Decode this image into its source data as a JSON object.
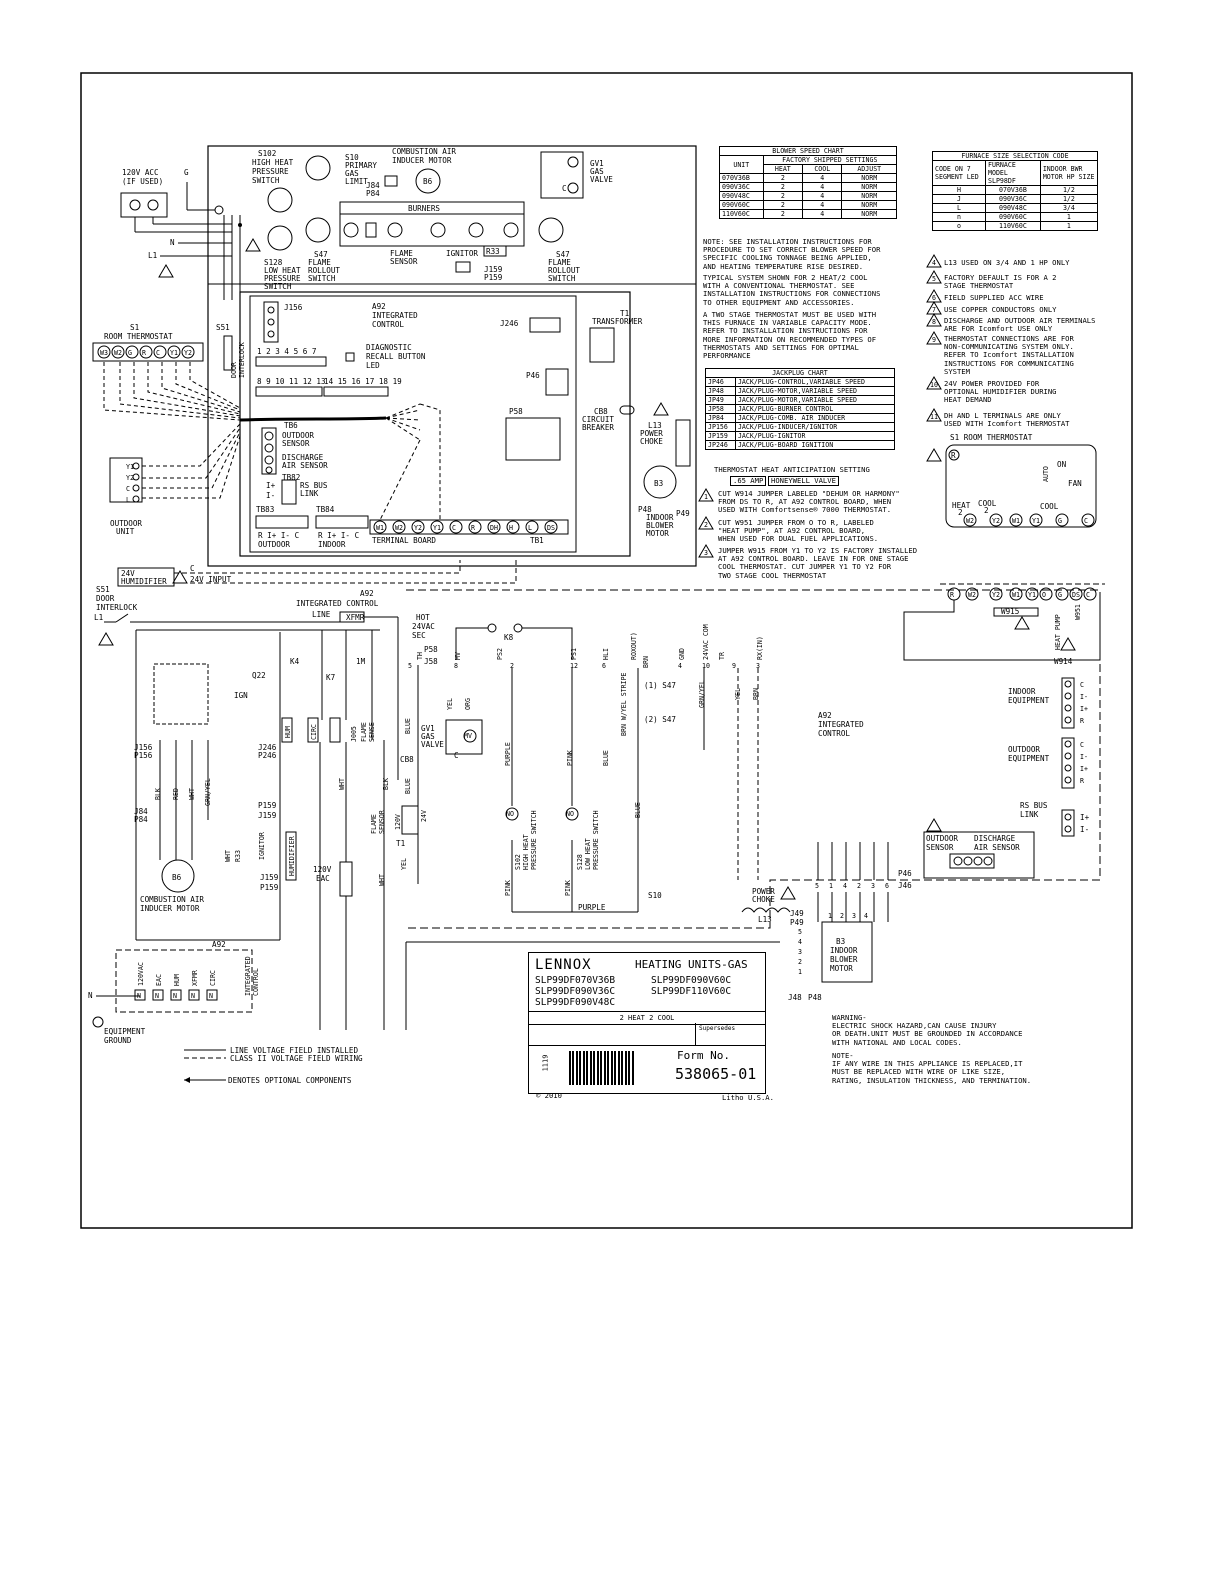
{
  "components": {
    "acc": [
      "120V ACC",
      "(IF USED)"
    ],
    "g": "G",
    "n": "N",
    "l1": "L1",
    "s102": [
      "S102",
      "HIGH HEAT",
      "PRESSURE",
      "SWITCH"
    ],
    "s10": [
      "S10",
      "PRIMARY",
      "GAS",
      "LIMIT"
    ],
    "inducer": [
      "COMBUSTION AIR",
      "INDUCER MOTOR"
    ],
    "j84p84": [
      "J84",
      "P84"
    ],
    "b6": "B6",
    "gv1": [
      "GV1",
      "GAS",
      "VALVE"
    ],
    "c": "C",
    "burners": "BURNERS",
    "s128": [
      "S128",
      "LOW HEAT",
      "PRESSURE",
      "SWITCH"
    ],
    "s47a": [
      "S47",
      "FLAME",
      "ROLLOUT",
      "SWITCH"
    ],
    "flame_sensor": [
      "FLAME",
      "SENSOR"
    ],
    "ignitor": "IGNITOR",
    "r33": "R33",
    "j159": [
      "J159",
      "P159"
    ],
    "s47b": [
      "S47",
      "FLAME",
      "ROLLOUT",
      "SWITCH"
    ],
    "j156": "J156",
    "a92": [
      "A92",
      "INTEGRATED",
      "CONTROL"
    ],
    "j246": "J246",
    "t1": [
      "T1",
      "TRANSFORMER"
    ],
    "s51": "S51",
    "door_interlock": [
      "DOOR",
      "INTERLOCK"
    ],
    "numbers_a": "1 2 3 4 5 6 7",
    "numbers_b": "8 9 10 11 12 13",
    "numbers_c": "14 15 16 17 18 19",
    "diag_led": [
      "DIAGNOSTIC",
      "RECALL BUTTON",
      "LED"
    ],
    "p46": "P46",
    "p58": "P58",
    "cb8": [
      "CB8",
      "CIRCUIT",
      "BREAKER"
    ],
    "l13": [
      "L13",
      "POWER",
      "CHOKE"
    ],
    "tb6": "TB6",
    "outdoor_sensor": [
      "OUTDOOR",
      "SENSOR"
    ],
    "discharge_sensor": [
      "DISCHARGE",
      "AIR SENSOR"
    ],
    "tb82": [
      "TB82",
      "RS BUS",
      "LINK"
    ],
    "tb83": "TB83",
    "tb84": "TB84",
    "tb83_labels": "R I+ I- C",
    "tb83_outdoor": "OUTDOOR",
    "tb84_indoor": "INDOOR",
    "terminal_board": "TERMINAL BOARD",
    "tb1": "TB1",
    "b3": "B3",
    "p48": [
      "P48",
      "INDOOR",
      "BLOWER",
      "MOTOR"
    ],
    "p49": "P49",
    "room_thermostat": [
      "S1",
      "ROOM THERMOSTAT"
    ],
    "outdoor_unit": [
      "OUTDOOR",
      "UNIT"
    ],
    "humidifier": [
      "24V",
      "HUMIDIFIER"
    ],
    "input_24v": "24V INPUT",
    "terminals_left": [
      "W3",
      "W2",
      "G",
      "R",
      "C",
      "Y1",
      "Y2"
    ],
    "terminals_tb1": [
      "W1",
      "W2",
      "Y2",
      "Y1",
      "C",
      "R",
      "DH",
      "H",
      "L",
      "DS"
    ],
    "outdoor_terms": [
      "Y1",
      "Y2",
      "C",
      "L"
    ],
    "tb82_terms": [
      "I+",
      "I-"
    ]
  },
  "blower_chart": {
    "title": "BLOWER SPEED CHART",
    "subtitle": "FACTORY SHIPPED SETTINGS",
    "headers": [
      "UNIT",
      "HEAT",
      "COOL",
      "ADJUST"
    ],
    "rows": [
      [
        "070V36B",
        "2",
        "4",
        "NORM"
      ],
      [
        "090V36C",
        "2",
        "4",
        "NORM"
      ],
      [
        "090V48C",
        "2",
        "4",
        "NORM"
      ],
      [
        "090V60C",
        "2",
        "4",
        "NORM"
      ],
      [
        "110V60C",
        "2",
        "4",
        "NORM"
      ]
    ]
  },
  "furnace_chart": {
    "title": "FURNACE SIZE SELECTION CODE",
    "headers": [
      "CODE ON 7 SEGMENT LED",
      "FURNACE MODEL SLP98DF",
      "INDOOR BWR MOTOR HP SIZE"
    ],
    "rows": [
      [
        "H",
        "070V36B",
        "1/2"
      ],
      [
        "J",
        "090V36C",
        "1/2"
      ],
      [
        "L",
        "090V48C",
        "3/4"
      ],
      [
        "n",
        "090V60C",
        "1"
      ],
      [
        "o",
        "110V60C",
        "1"
      ]
    ]
  },
  "jackplug_chart": {
    "title": "JACKPLUG CHART",
    "rows": [
      [
        "JP46",
        "JACK/PLUG-CONTROL,VARIABLE SPEED"
      ],
      [
        "JP48",
        "JACK/PLUG-MOTOR,VARIABLE SPEED"
      ],
      [
        "JP49",
        "JACK/PLUG-MOTOR,VARIABLE SPEED"
      ],
      [
        "JP58",
        "JACK/PLUG-BURNER CONTROL"
      ],
      [
        "JP84",
        "JACK/PLUG-COMB. AIR INDUCER"
      ],
      [
        "JP156",
        "JACK/PLUG-INDUCER/IGNITOR"
      ],
      [
        "JP159",
        "JACK/PLUG-IGNITOR"
      ],
      [
        "JP246",
        "JACK/PLUG-BOARD IGNITION"
      ]
    ]
  },
  "notes": {
    "blower": "NOTE: SEE INSTALLATION INSTRUCTIONS FOR\nPROCEDURE TO SET CORRECT BLOWER SPEED FOR\nSPECIFIC COOLING TONNAGE BEING APPLIED,\nAND HEATING TEMPERATURE RISE DESIRED.",
    "typical": "TYPICAL SYSTEM SHOWN FOR 2 HEAT/2 COOL\nWITH A CONVENTIONAL THERMOSTAT. SEE\nINSTALLATION INSTRUCTIONS FOR CONNECTIONS\nTO OTHER EQUIPMENT AND ACCESSORIES.",
    "two_stage": "A TWO STAGE THERMOSTAT MUST BE USED WITH\nTHIS FURNACE IN VARIABLE CAPACITY MODE.\nREFER TO INSTALLATION INSTRUCTIONS FOR\nMORE INFORMATION ON RECOMMENDED TYPES OF\nTHERMOSTATS AND SETTINGS FOR OPTIMAL\nPERFORMANCE",
    "anticipation_title": "THERMOSTAT HEAT ANTICIPATION SETTING",
    "anticipation_a": ".65 AMP",
    "anticipation_b": "HONEYWELL VALVE",
    "n1": "CUT W914 JUMPER LABELED \"DEHUM OR HARMONY\"\nFROM DS TO R, AT A92 CONTROL BOARD, WHEN\nUSED WITH Comfortsense® 7000 THERMOSTAT.",
    "n2": "CUT W951 JUMPER FROM O TO R, LABELED\n\"HEAT PUMP\", AT A92 CONTROL BOARD,\nWHEN USED FOR DUAL FUEL APPLICATIONS.",
    "n3": "JUMPER W915 FROM Y1 TO Y2 IS FACTORY INSTALLED\nAT A92 CONTROL BOARD. LEAVE IN FOR ONE STAGE\nCOOL THERMOSTAT. CUT JUMPER Y1 TO Y2 FOR\nTWO STAGE COOL THERMOSTAT",
    "r4": "L13 USED ON 3/4 AND 1 HP ONLY",
    "r5": "FACTORY DEFAULT IS FOR A 2\nSTAGE THERMOSTAT",
    "r6": "FIELD SUPPLIED ACC WIRE",
    "r7": "USE COPPER CONDUCTORS ONLY",
    "r8": "DISCHARGE AND OUTDOOR AIR TERMINALS\nARE FOR Icomfort USE ONLY",
    "r9": "THERMOSTAT CONNECTIONS ARE FOR\nNON-COMMUNICATING SYSTEM ONLY.\nREFER TO Icomfort INSTALLATION\nINSTRUCTIONS FOR COMMUNICATING\nSYSTEM",
    "r10": "24V POWER PROVIDED FOR\nOPTIONAL HUMIDIFIER DURING\nHEAT DEMAND",
    "r11": "DH AND L TERMINALS ARE ONLY\nUSED WITH Icomfort THERMOSTAT",
    "warning": "WARNING-\nELECTRIC SHOCK HAZARD,CAN CAUSE INJURY\nOR DEATH.UNIT MUST BE GROUNDED IN ACCORDANCE\nWITH NATIONAL AND LOCAL CODES.",
    "note2": "NOTE-\nIF ANY WIRE IN THIS APPLIANCE IS REPLACED,IT\nMUST BE REPLACED WITH WIRE OF LIKE SIZE,\nRATING, INSULATION THICKNESS, AND TERMINATION."
  },
  "thermostat_box": {
    "title": "S1 ROOM THERMOSTAT",
    "labels": [
      "R",
      "ON",
      "AUTO",
      "FAN",
      "HEAT",
      "2",
      "COOL",
      "2",
      "COOL"
    ],
    "terminals": [
      "R",
      "W2",
      "Y2",
      "W1",
      "Y1",
      "G",
      "C"
    ],
    "bus": [
      "R",
      "W2",
      "Y2",
      "W1",
      "Y1",
      "O",
      "G",
      "DS",
      "C"
    ],
    "w915": "W915",
    "heat_pump": "HEAT PUMP",
    "w951": "W951",
    "w914": "W914"
  },
  "schematic": {
    "s51": [
      "S51",
      "DOOR",
      "INTERLOCK"
    ],
    "a92_top": [
      "A92",
      "INTEGRATED CONTROL"
    ],
    "line": "LINE",
    "xfmr": "XFMR",
    "hot": [
      "HOT",
      "24VAC",
      "SEC"
    ],
    "p58j58": [
      "P58",
      "J58"
    ],
    "k8": "K8",
    "k4": "K4",
    "k7": "K7",
    "onem": "1M",
    "pin_labels": [
      "TH",
      "MV",
      "PS2",
      "PS1",
      "HLI",
      "ROXOUT)",
      "GND",
      "24VAC COM",
      "TR",
      "RX(IN)"
    ],
    "pin_numbers": [
      "5",
      "8",
      "2",
      "12",
      "6",
      "4",
      "10",
      "9",
      "3"
    ],
    "q22": "Q22",
    "ign": "IGN",
    "hum": "HUM",
    "circ": "CIRC",
    "j005": "J005",
    "flame_sense": [
      "FLAME",
      "SENSE"
    ],
    "j156p156": [
      "J156",
      "P156"
    ],
    "j246p246": [
      "J246",
      "P246"
    ],
    "wires_inducer": [
      "BLK",
      "RED",
      "WHT",
      "GRN/YEL"
    ],
    "p159j159": [
      "P159",
      "J159"
    ],
    "wht": "WHT",
    "r33": "R33",
    "ignitor": "IGNITOR",
    "j159p159": [
      "J159",
      "P159"
    ],
    "b6": "B6",
    "inducer": [
      "COMBUSTION AIR",
      "INDUCER MOTOR"
    ],
    "humidifier": "HUMIDIFIER",
    "eac": [
      "120V",
      "EAC"
    ],
    "blk": "BLK",
    "flame_sensor": [
      "FLAME",
      "SENSOR"
    ],
    "blue": "BLUE",
    "cb8": "CB8",
    "t1": "T1",
    "v120": "120V",
    "v24": "24V",
    "yel": "YEL",
    "gv1": [
      "GV1",
      "GAS",
      "VALVE"
    ],
    "mv": "MV",
    "orig": "ORG",
    "purple": "PURPLE",
    "pink": "PINK",
    "no": "NO",
    "s102": [
      "S102",
      "HIGH HEAT",
      "PRESSURE SWITCH"
    ],
    "s128": [
      "S128",
      "LOW HEAT",
      "PRESSURE SWITCH"
    ],
    "s10": "S10",
    "s47_1": "(1) S47",
    "s47_2": "(2) S47",
    "brn_stripe": "BRN W/YEL STRIPE",
    "brn": "BRN",
    "grn_yel": "GRN/YEL",
    "a92_right": [
      "A92",
      "INTEGRATED",
      "CONTROL"
    ],
    "indoor_eq": [
      "INDOOR",
      "EQUIPMENT"
    ],
    "outdoor_eq": [
      "OUTDOOR",
      "EQUIPMENT"
    ],
    "eq_terms": [
      "C",
      "I-",
      "I+",
      "R"
    ],
    "rs_bus": [
      "RS BUS",
      "LINK"
    ],
    "rs_terms": [
      "I+",
      "I-"
    ],
    "sensors": [
      "OUTDOOR",
      "SENSOR",
      "DISCHARGE",
      "AIR SENSOR"
    ],
    "p46j46": [
      "P46",
      "J46"
    ],
    "p46_pins": [
      "5",
      "1",
      "4",
      "2",
      "3",
      "6"
    ],
    "power_choke": [
      "POWER",
      "CHOKE"
    ],
    "l13": "L13",
    "j49p49": [
      "J49",
      "P49"
    ],
    "b3": [
      "B3",
      "INDOOR",
      "BLOWER",
      "MOTOR"
    ],
    "b3_pins": [
      "1",
      "2",
      "3",
      "4"
    ],
    "j48p48": [
      "J48",
      "P48"
    ],
    "p49_pins": [
      "5",
      "4",
      "3",
      "2",
      "1"
    ],
    "a92_bottom": "A92",
    "bottom_terms": [
      "120VAC",
      "EAC",
      "HUM",
      "XFMR",
      "CIRC"
    ],
    "integrated_control": [
      "INTEGRATED",
      "CONTROL"
    ],
    "bottom_n": [
      "N",
      "N",
      "N",
      "N",
      "N"
    ],
    "ground": [
      "EQUIPMENT",
      "GROUND"
    ],
    "legend": [
      "LINE VOLTAGE FIELD INSTALLED",
      "CLASS II VOLTAGE FIELD WIRING",
      "DENOTES OPTIONAL COMPONENTS"
    ]
  },
  "titleblock": {
    "brand": "LENNOX",
    "type": "HEATING UNITS-GAS",
    "models_left": [
      "SLP99DF070V36B",
      "SLP99DF090V36C",
      "SLP99DF090V48C"
    ],
    "models_right": [
      "SLP99DF090V60C",
      "SLP99DF110V60C"
    ],
    "config": "2 HEAT 2 COOL",
    "supersedes": "Supersedes",
    "code": "1119",
    "form_label": "Form No.",
    "form_no": "538065-01",
    "litho": "Litho U.S.A.",
    "copyright": "© 2010"
  },
  "warn_numbers": [
    "1",
    "2",
    "3",
    "4",
    "5",
    "6",
    "7",
    "8",
    "9",
    "10",
    "11"
  ]
}
